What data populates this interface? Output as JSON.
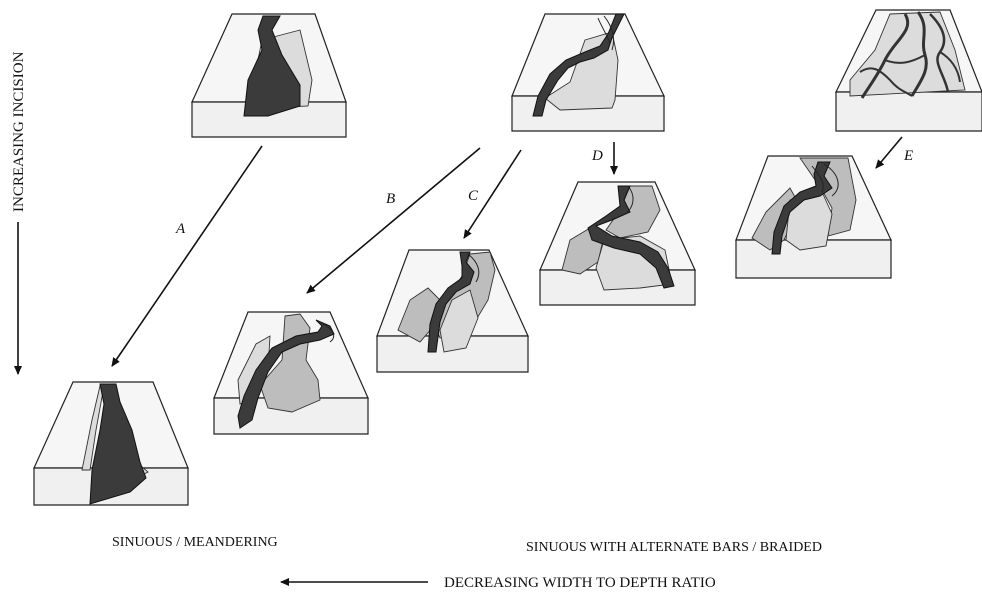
{
  "labels": {
    "vertical_axis": "INCREASING INCISION",
    "horizontal_axis": "DECREASING WIDTH TO DEPTH RATIO",
    "left_caption": "SINUOUS / MEANDERING",
    "right_caption": "SINUOUS WITH ALTERNATE BARS / BRAIDED"
  },
  "pathways": [
    "A",
    "B",
    "C",
    "D",
    "E"
  ],
  "colors": {
    "channel": "#3b3b3b",
    "bar_light": "#dcdcdc",
    "bar_mid": "#bdbdbd",
    "block_top": "#f6f6f6",
    "block_front": "#f0f0f0"
  }
}
